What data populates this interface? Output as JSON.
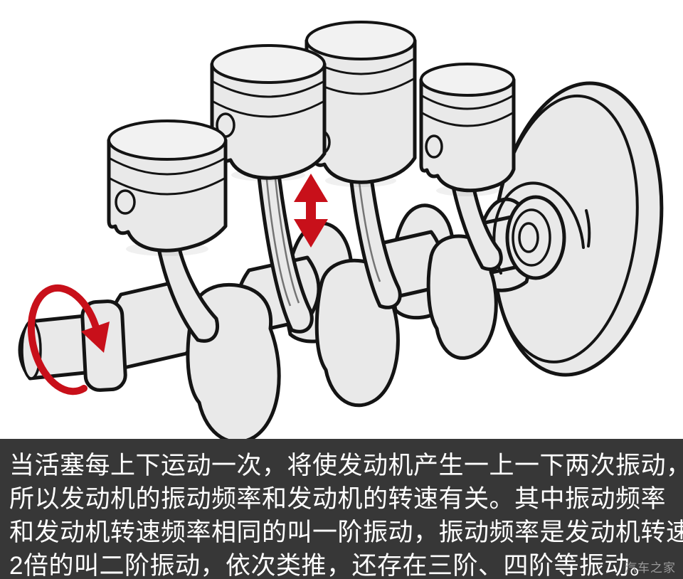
{
  "colors": {
    "page-bg": "#ffffff",
    "ink": "#141414",
    "metal": "#e9e9e9",
    "metal-light": "#f2f2f2",
    "accent-red": "#c8101a",
    "caption-bg": "#373737",
    "caption-text": "#ffffff",
    "watermark": "#9a9a9a"
  },
  "illustration": {
    "description": "inline-four engine pistons with connecting rods, crankshaft and flywheel",
    "arrows": {
      "rotation": "crankshaft-rotation-arrow",
      "vertical": "piston-up-down-arrow"
    }
  },
  "caption": {
    "lines": [
      "当活塞每上下运动一次，将使发动机产生一上一下两次振动，",
      "所以发动机的振动频率和发动机的转速有关。其中振动频率",
      "和发动机转速频率相同的叫一阶振动，振动频率是发动机转速",
      "2倍的叫二阶振动，依次类推，还存在三阶、四阶等振动。"
    ]
  },
  "watermark": {
    "text": "汽车之家"
  }
}
